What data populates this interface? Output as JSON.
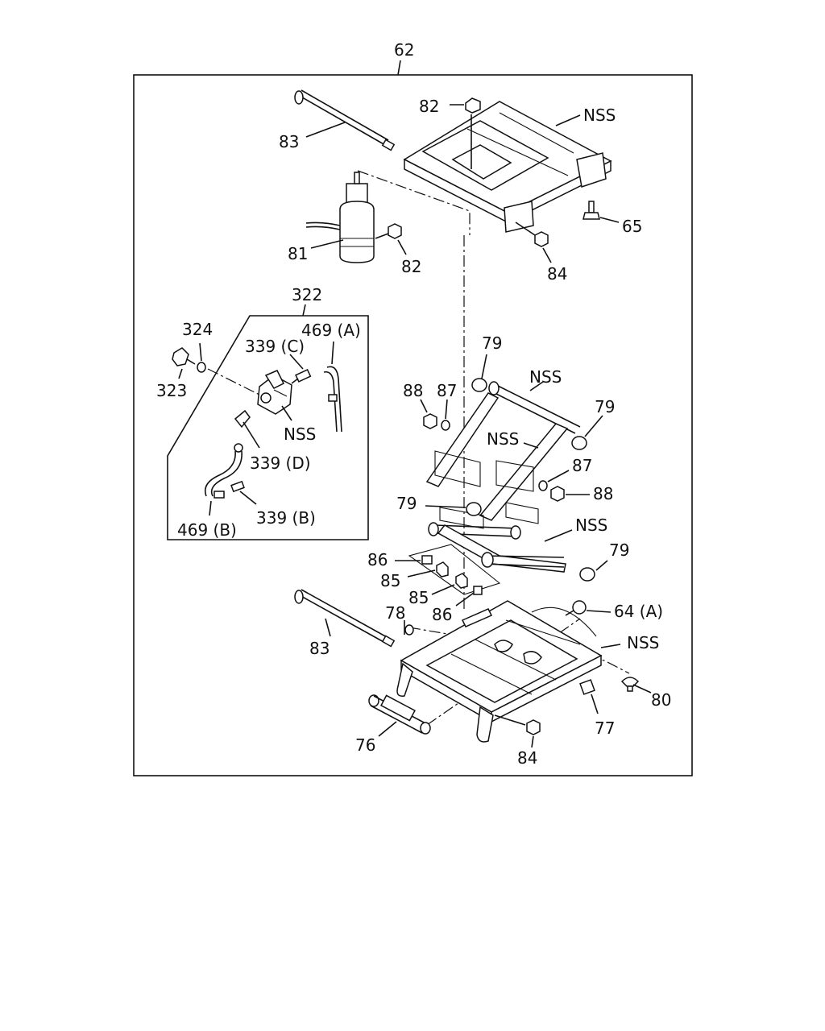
{
  "assembly_label": "62",
  "subassembly_label": "322",
  "labels": {
    "l82a": "82",
    "nss_top": "NSS",
    "l83a": "83",
    "l65": "65",
    "l81": "81",
    "l82b": "82",
    "l84a": "84",
    "l324": "324",
    "l469a": "469 (A)",
    "l339c": "339 (C)",
    "l323": "323",
    "nss_valve": "NSS",
    "l339d": "339 (D)",
    "l339b": "339 (B)",
    "l469b": "469 (B)",
    "l79a": "79",
    "nss_link1": "NSS",
    "l88a": "88",
    "l87a": "87",
    "l79b": "79",
    "nss_link2": "NSS",
    "l87b": "87",
    "l88b": "88",
    "l79c": "79",
    "nss_link3": "NSS",
    "l79d": "79",
    "l86a": "86",
    "l85a": "85",
    "l85b": "85",
    "l86b": "86",
    "l78": "78",
    "l64a": "64 (A)",
    "nss_base": "NSS",
    "l83b": "83",
    "l80": "80",
    "l77": "77",
    "l76": "76",
    "l84b": "84"
  }
}
